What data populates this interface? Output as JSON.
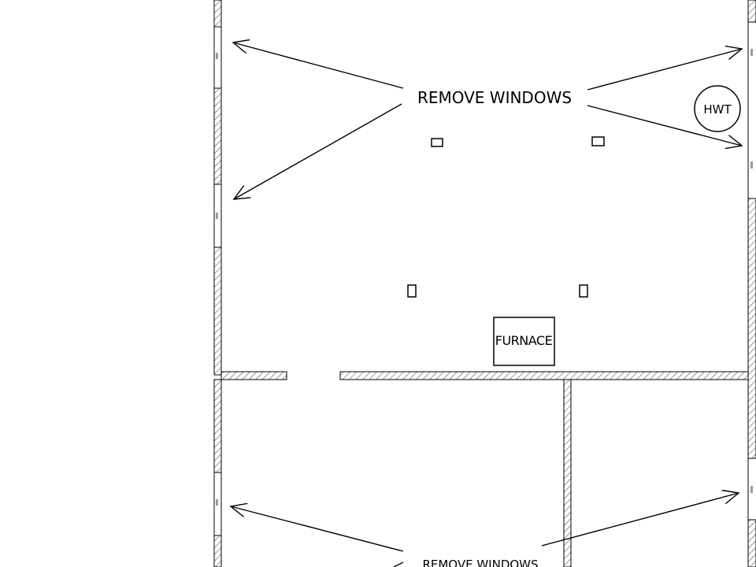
{
  "labels": {
    "remove_windows_top": "REMOVE WINDOWS",
    "remove_windows_bottom": "REMOVE WINDOWS",
    "furnace": "FURNACE",
    "hwt": "HWT"
  },
  "colors": {
    "line": "#000000",
    "hatch": "#555555",
    "window_mark": "#9a9a9a",
    "background": "#ffffff"
  }
}
